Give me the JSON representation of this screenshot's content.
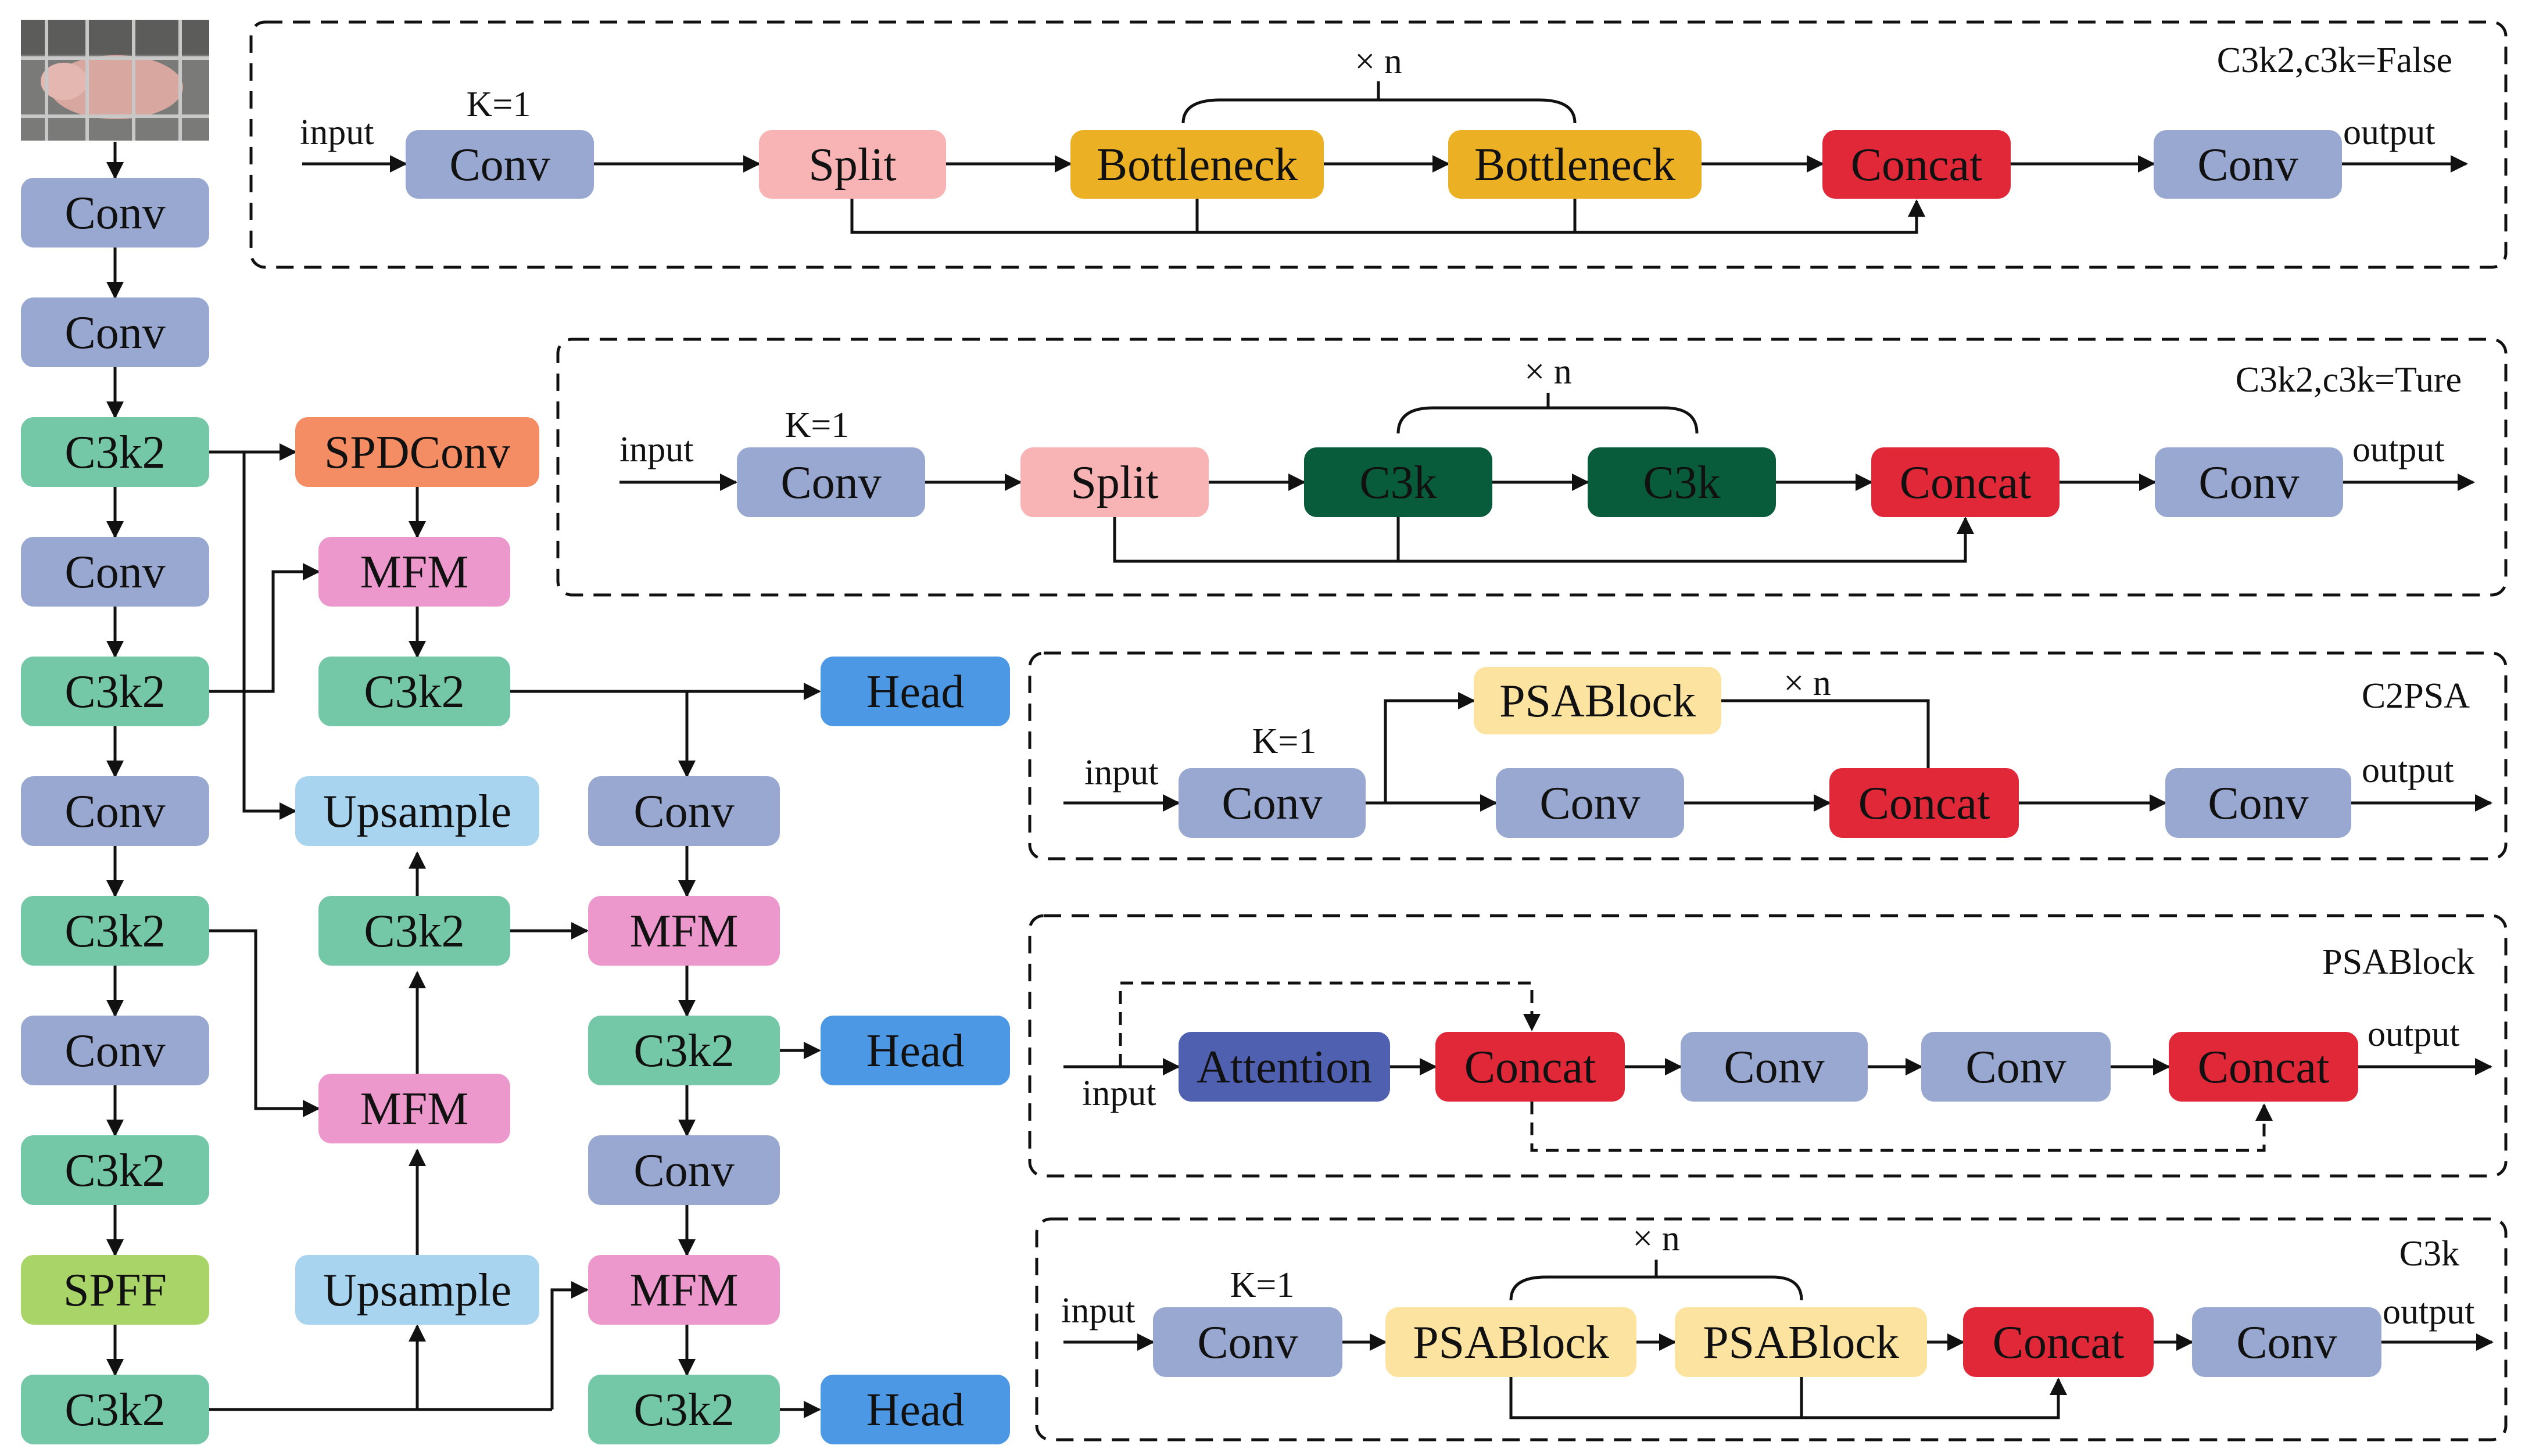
{
  "colors": {
    "conv": "#98a8d0",
    "c3k2": "#74c8a8",
    "spdconv": "#f48c64",
    "mfm": "#ec98cc",
    "upsample": "#a8d4f0",
    "head": "#4c98e4",
    "spff": "#a8d468",
    "split": "#f8b4b4",
    "bottleneck": "#ecb024",
    "concat": "#e02838",
    "c3k_dark": "#085c3c",
    "psablock": "#fce4a0",
    "attention": "#5060b0"
  },
  "thumbnail": {
    "icon": "pig-photo"
  },
  "backbone": [
    {
      "label": "Conv"
    },
    {
      "label": "Conv"
    },
    {
      "label": "C3k2"
    },
    {
      "label": "Conv"
    },
    {
      "label": "C3k2"
    },
    {
      "label": "Conv"
    },
    {
      "label": "C3k2"
    },
    {
      "label": "Conv"
    },
    {
      "label": "C3k2"
    },
    {
      "label": "SPFF"
    },
    {
      "label": "C3k2"
    }
  ],
  "neck": {
    "col2": {
      "spdconv": "SPDConv",
      "mfm_top": "MFM",
      "c3k2_top": "C3k2",
      "upsample_top": "Upsample",
      "c3k2_mid": "C3k2",
      "mfm_mid": "MFM",
      "upsample_bot": "Upsample"
    },
    "col3": {
      "conv_1": "Conv",
      "mfm_1": "MFM",
      "c3k2_1": "C3k2",
      "conv_2": "Conv",
      "mfm_2": "MFM",
      "c3k2_2": "C3k2"
    },
    "heads": [
      "Head",
      "Head",
      "Head"
    ]
  },
  "panels": {
    "c3k2_false": {
      "title": "C3k2,c3k=False",
      "input": "input",
      "output": "output",
      "k": "K=1",
      "repeat": "× n",
      "blocks": [
        "Conv",
        "Split",
        "Bottleneck",
        "Bottleneck",
        "Concat",
        "Conv"
      ]
    },
    "c3k2_true": {
      "title": "C3k2,c3k=Ture",
      "input": "input",
      "output": "output",
      "k": "K=1",
      "repeat": "× n",
      "blocks": [
        "Conv",
        "Split",
        "C3k",
        "C3k",
        "Concat",
        "Conv"
      ]
    },
    "c2psa": {
      "title": "C2PSA",
      "input": "input",
      "output": "output",
      "k": "K=1",
      "repeat": "× n",
      "blocks": [
        "Conv",
        "PSABlock",
        "Conv",
        "Concat",
        "Conv"
      ]
    },
    "psablock": {
      "title": "PSABlock",
      "input": "input",
      "output": "output",
      "blocks": [
        "Attention",
        "Concat",
        "Conv",
        "Conv",
        "Concat"
      ]
    },
    "c3k": {
      "title": "C3k",
      "input": "input",
      "output": "output",
      "k": "K=1",
      "repeat": "× n",
      "blocks": [
        "Conv",
        "PSABlock",
        "PSABlock",
        "Concat",
        "Conv"
      ]
    }
  }
}
